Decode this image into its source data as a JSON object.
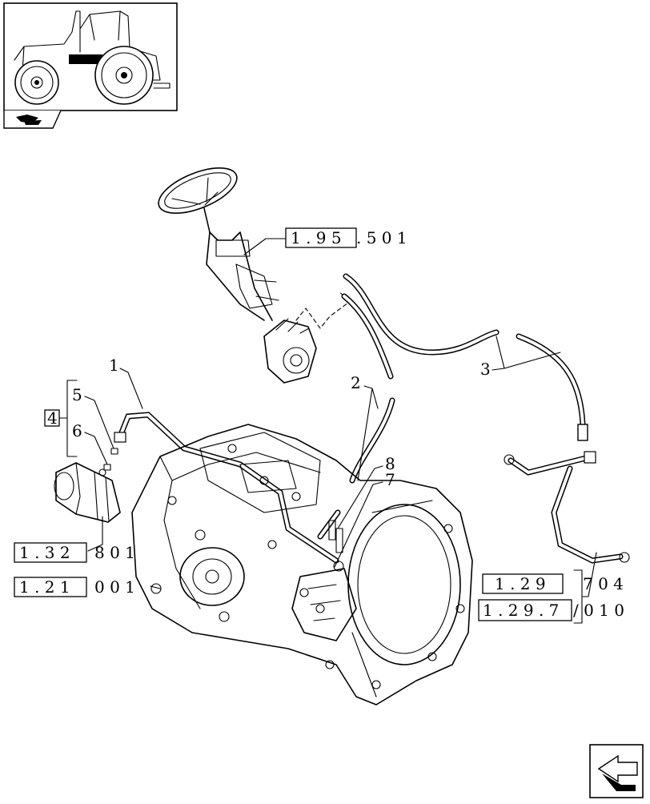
{
  "diagram": {
    "callouts": [
      {
        "id": "callout-1",
        "label": "1"
      },
      {
        "id": "callout-2",
        "label": "2"
      },
      {
        "id": "callout-3",
        "label": "3"
      },
      {
        "id": "callout-4",
        "label": "4"
      },
      {
        "id": "callout-5",
        "label": "5"
      },
      {
        "id": "callout-6",
        "label": "6"
      },
      {
        "id": "callout-7",
        "label": "7"
      },
      {
        "id": "callout-8",
        "label": "8"
      }
    ],
    "references": {
      "steering": {
        "boxed": "1 . 9 5",
        "rest": ". 5   0 1"
      },
      "motor": {
        "boxed": "1 . 3 2",
        "rest": "8     0 1"
      },
      "transmission": {
        "boxed": "1 . 2 1",
        "rest": "0     0 1"
      },
      "pipe_a": {
        "boxed": "1 . 2 9",
        "rest": "7     0 4"
      },
      "pipe_b": {
        "boxed": "1 . 2 9 . 7",
        "rest": "/ 0 1   0"
      }
    }
  },
  "icons": {
    "tractor_thumbnail": "tractor-thumbnail-icon",
    "book_tab": "book-icon",
    "next_page": "next-page-arrow-icon"
  }
}
